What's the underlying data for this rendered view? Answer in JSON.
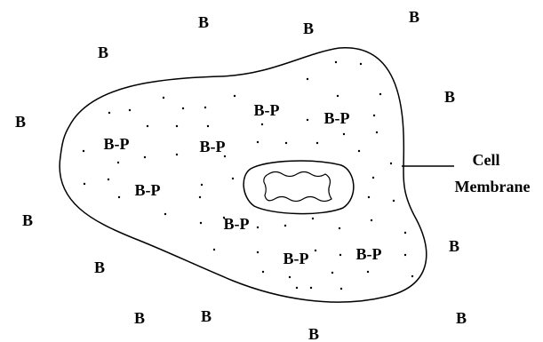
{
  "labels": {
    "outside_molecule": "B",
    "bound_molecule": "B-P",
    "membrane_line1": "Cell",
    "membrane_line2": "Membrane"
  },
  "colors": {
    "ink": "#000000",
    "background": "#ffffff"
  }
}
